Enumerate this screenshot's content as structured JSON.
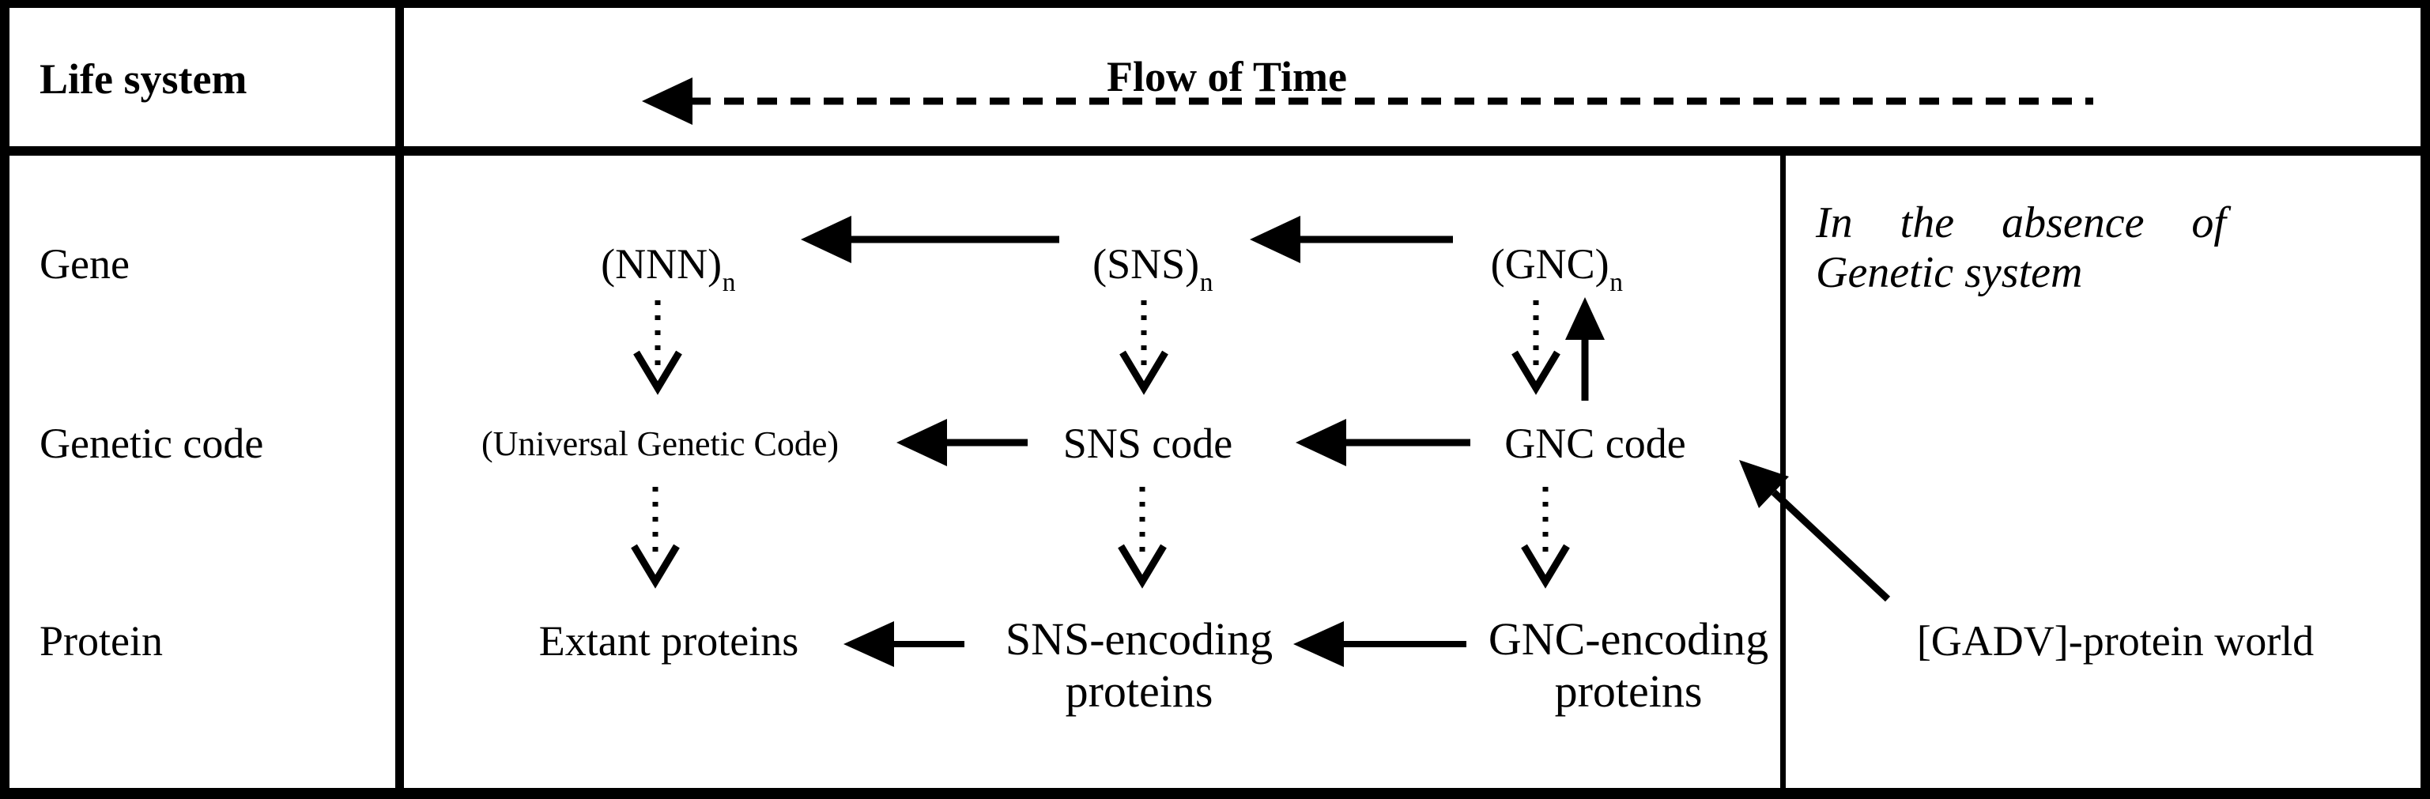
{
  "header": {
    "life_system": "Life system",
    "flow_of_time": "Flow of Time"
  },
  "rows": {
    "gene": "Gene",
    "genetic_code": "Genetic code",
    "protein": "Protein"
  },
  "gene_row": {
    "nnn": "(NNN)",
    "nnn_sub": "n",
    "sns": "(SNS)",
    "sns_sub": "n",
    "gnc": "(GNC)",
    "gnc_sub": "n"
  },
  "code_row": {
    "universal": "(Universal Genetic Code)",
    "sns": "SNS code",
    "gnc": "GNC code"
  },
  "protein_row": {
    "extant": "Extant proteins",
    "sns_line1": "SNS-encoding",
    "sns_line2": "proteins",
    "gnc_line1": "GNC-encoding",
    "gnc_line2": "proteins"
  },
  "right_panel": {
    "note_line1": "In the absence of",
    "note_line2": "Genetic system",
    "gadv": "[GADV]-protein world"
  },
  "colors": {
    "ink": "#000000",
    "paper": "#ffffff"
  }
}
